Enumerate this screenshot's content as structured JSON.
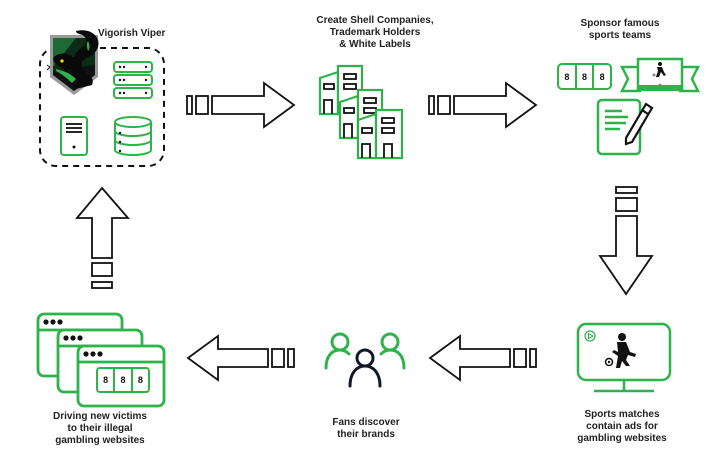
{
  "colors": {
    "accent_green": "#2db34a",
    "dark": "#111111",
    "arrow_stroke": "#111111"
  },
  "nodes": {
    "viper": {
      "label": "Vigorish Viper",
      "icon": "snake-shield-logo"
    },
    "shell": {
      "label_lines": [
        "Create Shell Companies,",
        "Trademark Holders",
        "& White Labels"
      ],
      "icon": "buildings-icon"
    },
    "sponsor": {
      "label_lines": [
        "Sponsor famous",
        "sports teams"
      ],
      "icon": "sponsorship-contract-icon",
      "slot_digits": [
        "8",
        "8",
        "8"
      ]
    },
    "matches": {
      "label_lines": [
        "Sports matches",
        "contain ads for",
        "gambling websites"
      ],
      "icon": "tv-soccer-icon"
    },
    "fans": {
      "label_lines": [
        "Fans discover",
        "their brands"
      ],
      "icon": "people-group-icon"
    },
    "websites": {
      "label_lines": [
        "Driving new victims",
        "to their illegal",
        "gambling websites"
      ],
      "icon": "browser-windows-icon",
      "slot_digits": [
        "8",
        "8",
        "8"
      ]
    }
  },
  "flow": [
    "viper",
    "shell",
    "sponsor",
    "matches",
    "fans",
    "websites",
    "viper"
  ]
}
